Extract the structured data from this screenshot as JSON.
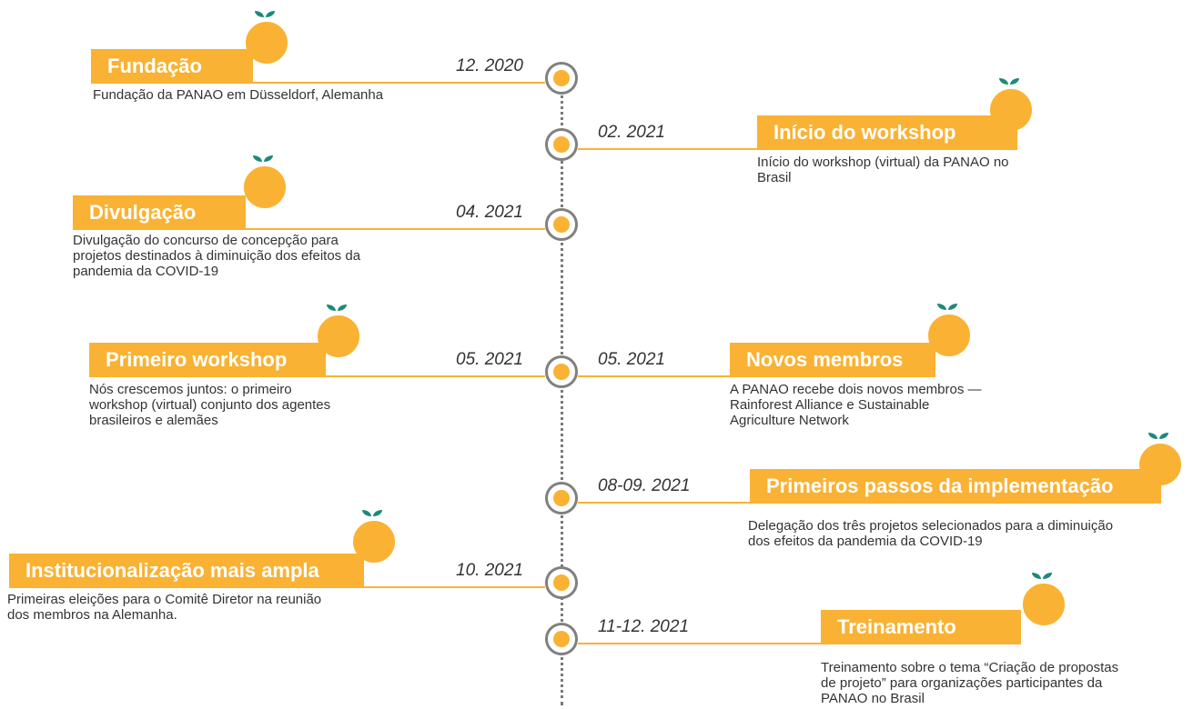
{
  "colors": {
    "accent": "#f9b233",
    "leaf": "#1b8a7a",
    "node_ring": "#808080",
    "axis": "#7a7a7a",
    "text": "#333333"
  },
  "events": [
    {
      "date": "12. 2020",
      "title": "Fundação",
      "description": "Fundação da PANAO em Düsseldorf, Alemanha",
      "side": "left"
    },
    {
      "date": "02. 2021",
      "title": "Início do workshop",
      "description": "Início do workshop (virtual) da PANAO no Brasil",
      "side": "right"
    },
    {
      "date": "04. 2021",
      "title": "Divulgação",
      "description": "Divulgação do concurso de concepção para projetos destinados à diminuição dos efeitos da pandemia da COVID-19",
      "side": "left"
    },
    {
      "date": "05. 2021",
      "title": "Primeiro workshop",
      "description": "Nós crescemos juntos: o primeiro workshop (virtual) conjunto dos agentes brasileiros e alemães",
      "side": "left"
    },
    {
      "date": "05. 2021",
      "title": "Novos membros",
      "description": "A PANAO recebe dois novos membros — Rainforest Alliance e Sustainable Agriculture Network",
      "side": "right"
    },
    {
      "date": "08-09. 2021",
      "title": "Primeiros passos da implementação",
      "description": "Delegação dos três projetos selecionados para a diminuição dos efeitos da pandemia da COVID-19",
      "side": "right"
    },
    {
      "date": "10. 2021",
      "title": "Institucionalização mais ampla",
      "description": "Primeiras eleições para o Comitê Diretor na reunião dos membros na Alemanha.",
      "side": "left"
    },
    {
      "date": "11-12. 2021",
      "title": "Treinamento",
      "description": "Treinamento sobre o tema “Criação de propostas de projeto” para organizações participantes da PANAO no Brasil",
      "side": "right"
    }
  ]
}
